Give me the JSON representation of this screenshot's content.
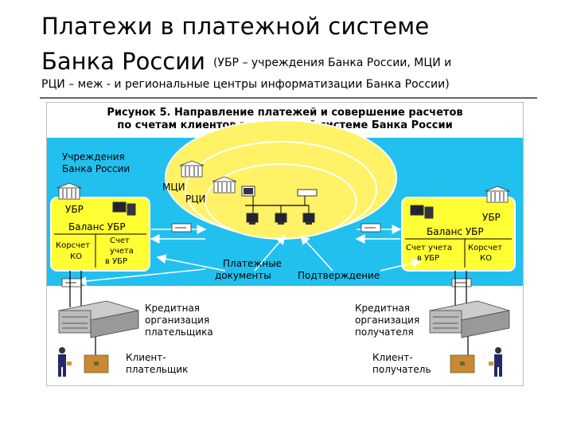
{
  "slide": {
    "title_line1": "Платежи в платежной системе",
    "title_line2": "Банка России",
    "title_note": "(УБР – учреждения Банка России,  МЦИ и",
    "title_line3": "РЦИ – меж - и региональные центры информатизации Банка России)"
  },
  "figure": {
    "caption_line1": "Рисунок 5. Направление платежей и совершение расчетов",
    "caption_line2": "по счетам клиентов в платежной системе Банка России",
    "institutions_line1": "Учреждения",
    "institutions_line2": "Банка России",
    "mci": "МЦИ",
    "rci": "РЦИ",
    "left_ubr": {
      "title": "УБР",
      "balance": "Баланс УБР",
      "korschet_line1": "Корсчет",
      "korschet_line2": "КО",
      "account_line1": "Счет",
      "account_line2": "учета",
      "account_line3": "в УБР"
    },
    "right_ubr": {
      "title": "УБР",
      "balance": "Баланс УБР",
      "account_line1": "Счет учета",
      "account_line2": "в УБР",
      "korschet_line1": "Корсчет",
      "korschet_line2": "КО"
    },
    "payment_docs_line1": "Платежные",
    "payment_docs_line2": "документы",
    "confirmation": "Подтверждение",
    "payer_bank_line1": "Кредитная",
    "payer_bank_line2": "организация",
    "payer_bank_line3": "плательщика",
    "payee_bank_line1": "Кредитная",
    "payee_bank_line2": "организация",
    "payee_bank_line3": "получателя",
    "client_payer_line1": "Клиент-",
    "client_payer_line2": "плательщик",
    "client_payee_line1": "Клиент-",
    "client_payee_line2": "получатель"
  },
  "colors": {
    "background": "#22c0ee",
    "box_fill": "#ffff33",
    "ellipse_fill": "#fff266",
    "border": "#ffffff"
  },
  "icons": [
    "bank-building-icon",
    "computer-icon",
    "network-icon",
    "person-icon",
    "chest-icon",
    "office-building-icon",
    "document-icon"
  ]
}
